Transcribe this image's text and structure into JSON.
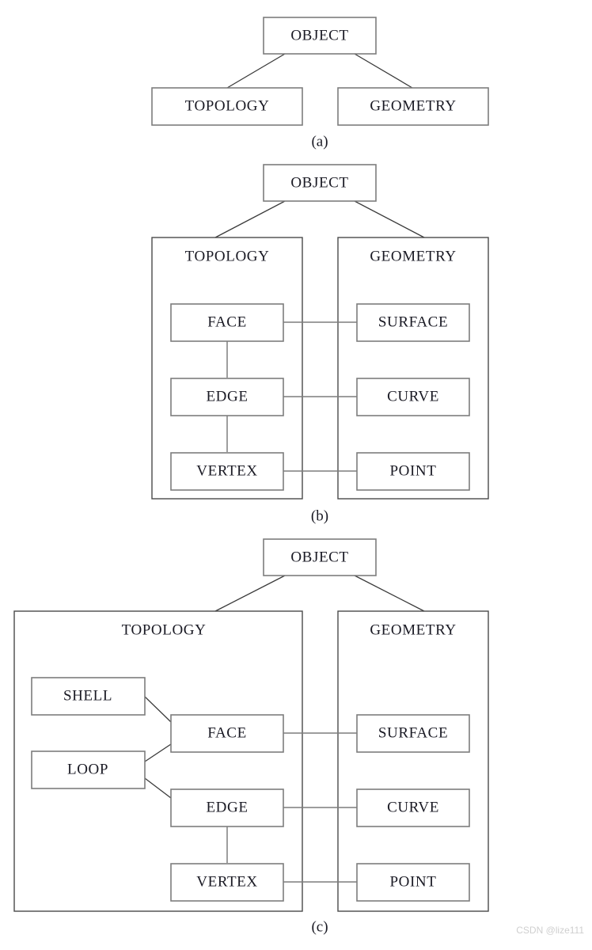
{
  "figure": {
    "watermark": "CSDN @lize111",
    "colors": {
      "box_stroke": "#7d7d7d",
      "container_stroke": "#4a4a4a",
      "link": "#3a3a3a",
      "text": "#1a1a24",
      "background": "#ffffff",
      "watermark": "#cfcfcf"
    }
  },
  "panels": [
    {
      "id": "a",
      "label": "(a)",
      "root": "OBJECT",
      "children": [
        "TOPOLOGY",
        "GEOMETRY"
      ]
    },
    {
      "id": "b",
      "label": "(b)",
      "root": "OBJECT",
      "containers": [
        "TOPOLOGY",
        "GEOMETRY"
      ],
      "topology_nodes": [
        "FACE",
        "EDGE",
        "VERTEX"
      ],
      "geometry_nodes": [
        "SURFACE",
        "CURVE",
        "POINT"
      ],
      "pairs": [
        [
          "FACE",
          "SURFACE"
        ],
        [
          "EDGE",
          "CURVE"
        ],
        [
          "VERTEX",
          "POINT"
        ]
      ],
      "topology_chain": [
        "FACE",
        "EDGE",
        "VERTEX"
      ]
    },
    {
      "id": "c",
      "label": "(c)",
      "root": "OBJECT",
      "containers": [
        "TOPOLOGY",
        "GEOMETRY"
      ],
      "topology_nodes": [
        "SHELL",
        "LOOP",
        "FACE",
        "EDGE",
        "VERTEX"
      ],
      "geometry_nodes": [
        "SURFACE",
        "CURVE",
        "POINT"
      ],
      "pairs": [
        [
          "FACE",
          "SURFACE"
        ],
        [
          "EDGE",
          "CURVE"
        ],
        [
          "VERTEX",
          "POINT"
        ]
      ],
      "extra_links": [
        [
          "SHELL",
          "FACE"
        ],
        [
          "LOOP",
          "FACE"
        ],
        [
          "LOOP",
          "EDGE"
        ],
        [
          "EDGE",
          "VERTEX"
        ]
      ]
    }
  ],
  "labels": {
    "object": "OBJECT",
    "topology": "TOPOLOGY",
    "geometry": "GEOMETRY",
    "face": "FACE",
    "edge": "EDGE",
    "vertex": "VERTEX",
    "surface": "SURFACE",
    "curve": "CURVE",
    "point": "POINT",
    "shell": "SHELL",
    "loop": "LOOP",
    "panel_a": "(a)",
    "panel_b": "(b)",
    "panel_c": "(c)"
  }
}
